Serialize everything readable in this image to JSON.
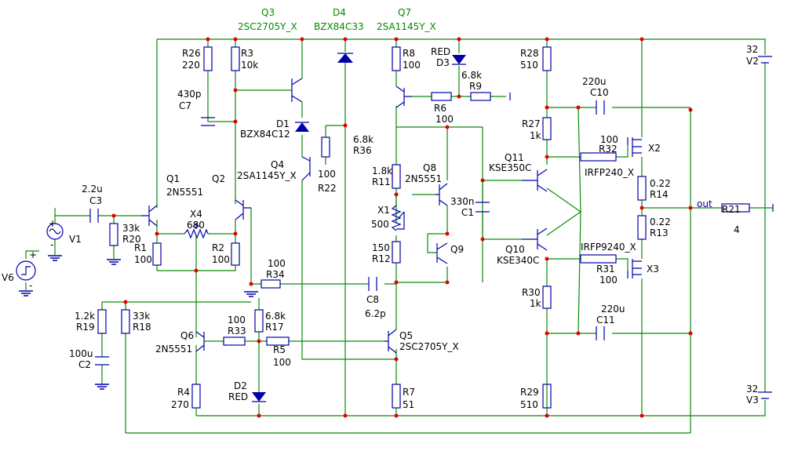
{
  "colors": {
    "wire": "#0a8a0a",
    "component": "#0000aa",
    "junction": "#e00000",
    "label": "#000000",
    "netlabel": "#000080"
  },
  "components": {
    "Q3": {
      "name": "Q3",
      "model": "2SC2705Y_X"
    },
    "D4": {
      "name": "D4",
      "model": "BZX84C33"
    },
    "Q7": {
      "name": "Q7",
      "model": "2SA1145Y_X"
    },
    "R26": {
      "name": "R26",
      "value": "220"
    },
    "R3": {
      "name": "R3",
      "value": "10k"
    },
    "R8": {
      "name": "R8",
      "value": "100"
    },
    "D3": {
      "name": "D3",
      "model": "RED"
    },
    "R28": {
      "name": "R28",
      "value": "510"
    },
    "V2": {
      "name": "V2",
      "value": "32"
    },
    "C7": {
      "name": "C7",
      "value": "430p"
    },
    "R9": {
      "name": "R9",
      "value": "6.8k"
    },
    "C10": {
      "name": "C10",
      "value": "220u"
    },
    "R6": {
      "name": "R6",
      "value": "100"
    },
    "D1": {
      "name": "D1",
      "model": "BZX84C12"
    },
    "R27": {
      "name": "R27",
      "value": "1k"
    },
    "R36": {
      "name": "R36",
      "value": "6.8k"
    },
    "R32": {
      "name": "R32",
      "value": "100"
    },
    "X2": {
      "name": "X2",
      "model": "IRFP240_X"
    },
    "Q4": {
      "name": "Q4",
      "model": "2SA1145Y_X"
    },
    "R22": {
      "name": "R22",
      "value": "100"
    },
    "Q11": {
      "name": "Q11",
      "model": "KSE350C"
    },
    "R11": {
      "name": "R11",
      "value": "1.8k"
    },
    "Q8": {
      "name": "Q8",
      "model": "2N5551"
    },
    "R14": {
      "name": "R14",
      "value": "0.22"
    },
    "Q1": {
      "name": "Q1",
      "model": "2N5551"
    },
    "Q2": {
      "name": "Q2",
      "label": "Q2"
    },
    "C3": {
      "name": "C3",
      "value": "2.2u"
    },
    "X4": {
      "name": "X4",
      "value": "680"
    },
    "X1": {
      "name": "X1",
      "value": "500"
    },
    "C1": {
      "name": "C1",
      "value": "330n"
    },
    "R13": {
      "name": "R13",
      "value": "0.22"
    },
    "R21": {
      "name": "R21",
      "value": "4"
    },
    "V1": {
      "name": "V1"
    },
    "R20": {
      "name": "R20",
      "value": "33k"
    },
    "R1": {
      "name": "R1",
      "value": "100"
    },
    "R2": {
      "name": "R2",
      "value": "100"
    },
    "R12": {
      "name": "R12",
      "value": "150"
    },
    "Q9": {
      "name": "Q9"
    },
    "Q10": {
      "name": "Q10",
      "model": "KSE340C"
    },
    "R31": {
      "name": "R31",
      "value": "100"
    },
    "X3": {
      "name": "X3",
      "model": "IRFP9240_X"
    },
    "V6": {
      "name": "V6"
    },
    "R34": {
      "name": "R34",
      "value": "100"
    },
    "R19": {
      "name": "R19",
      "value": "1.2k"
    },
    "R18": {
      "name": "R18",
      "value": "33k"
    },
    "C8": {
      "name": "C8",
      "value": "6.2p"
    },
    "R30": {
      "name": "R30",
      "value": "1k"
    },
    "C11": {
      "name": "C11",
      "value": "220u"
    },
    "Q6": {
      "name": "Q6",
      "model": "2N5551"
    },
    "R33": {
      "name": "R33",
      "value": "100"
    },
    "R17": {
      "name": "R17",
      "value": "6.8k"
    },
    "R5": {
      "name": "R5",
      "value": "100"
    },
    "Q5": {
      "name": "Q5",
      "model": "2SC2705Y_X"
    },
    "C2": {
      "name": "C2",
      "value": "100u"
    },
    "D2": {
      "name": "D2",
      "model": "RED"
    },
    "R4": {
      "name": "R4",
      "value": "270"
    },
    "R7": {
      "name": "R7",
      "value": "51"
    },
    "R29": {
      "name": "R29",
      "value": "510"
    },
    "V3": {
      "name": "V3",
      "value": "32"
    }
  },
  "nets": {
    "out": "out"
  },
  "polarity": {
    "plus": "+",
    "minus": "-"
  }
}
